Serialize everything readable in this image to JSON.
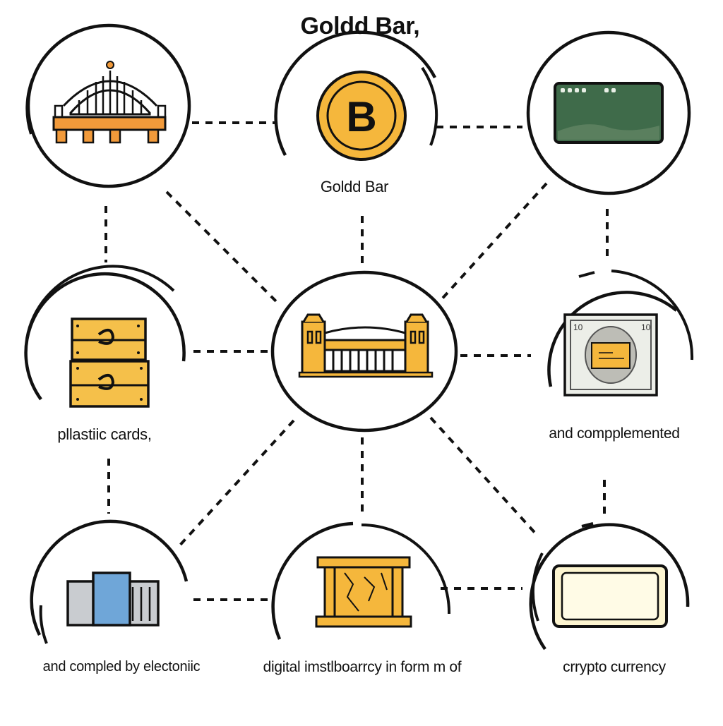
{
  "title": "Goldd Bar,",
  "nodes": {
    "top_left": {
      "icon": "suspension-bridge-icon"
    },
    "top_center": {
      "icon": "bitcoin-coin-icon",
      "glyph": "B",
      "label": "Goldd Bar"
    },
    "top_right": {
      "icon": "banknote-green-icon"
    },
    "mid_left": {
      "icon": "stacked-gold-bars-icon",
      "label": "pllastiic cards,"
    },
    "center": {
      "icon": "gold-gate-bridge-icon"
    },
    "mid_right": {
      "icon": "dollar-bill-icon",
      "label": "and compplemented"
    },
    "bottom_left": {
      "icon": "payment-card-reader-icon",
      "label": "and compled by electoniic"
    },
    "bottom_center": {
      "icon": "gold-ingot-temple-icon",
      "label": "digital imstlboarrcy in form m of"
    },
    "bottom_right": {
      "icon": "blank-card-icon",
      "label": "crrypto currency"
    }
  },
  "colors": {
    "gold": "#f5b73c",
    "orange": "#f29a3a",
    "green_note": "#3f6b4a",
    "blue_card": "#6fa6d8",
    "cream_card": "#fdf5d0",
    "line": "#111111"
  }
}
